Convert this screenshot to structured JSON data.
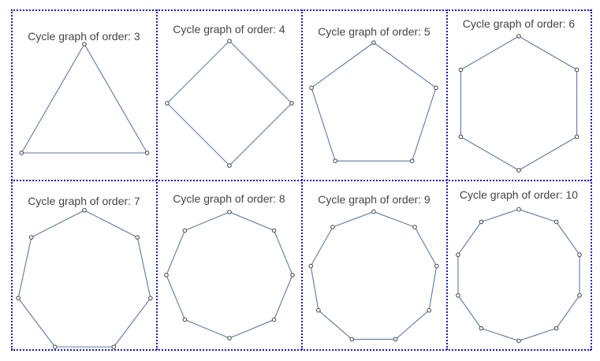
{
  "diagram": {
    "colors": {
      "edge": "#5f7aa0",
      "vertex_stroke": "#444444",
      "grid_border": "#1a1ab8",
      "title_text": "#444444"
    },
    "cells": [
      {
        "title": "Cycle graph of order: 3",
        "order": 3
      },
      {
        "title": "Cycle graph of order: 4",
        "order": 4
      },
      {
        "title": "Cycle graph of order: 5",
        "order": 5
      },
      {
        "title": "Cycle graph of order: 6",
        "order": 6
      },
      {
        "title": "Cycle graph of order: 7",
        "order": 7
      },
      {
        "title": "Cycle graph of order: 8",
        "order": 8
      },
      {
        "title": "Cycle graph of order: 9",
        "order": 9
      },
      {
        "title": "Cycle graph of order: 10",
        "order": 10
      }
    ]
  }
}
